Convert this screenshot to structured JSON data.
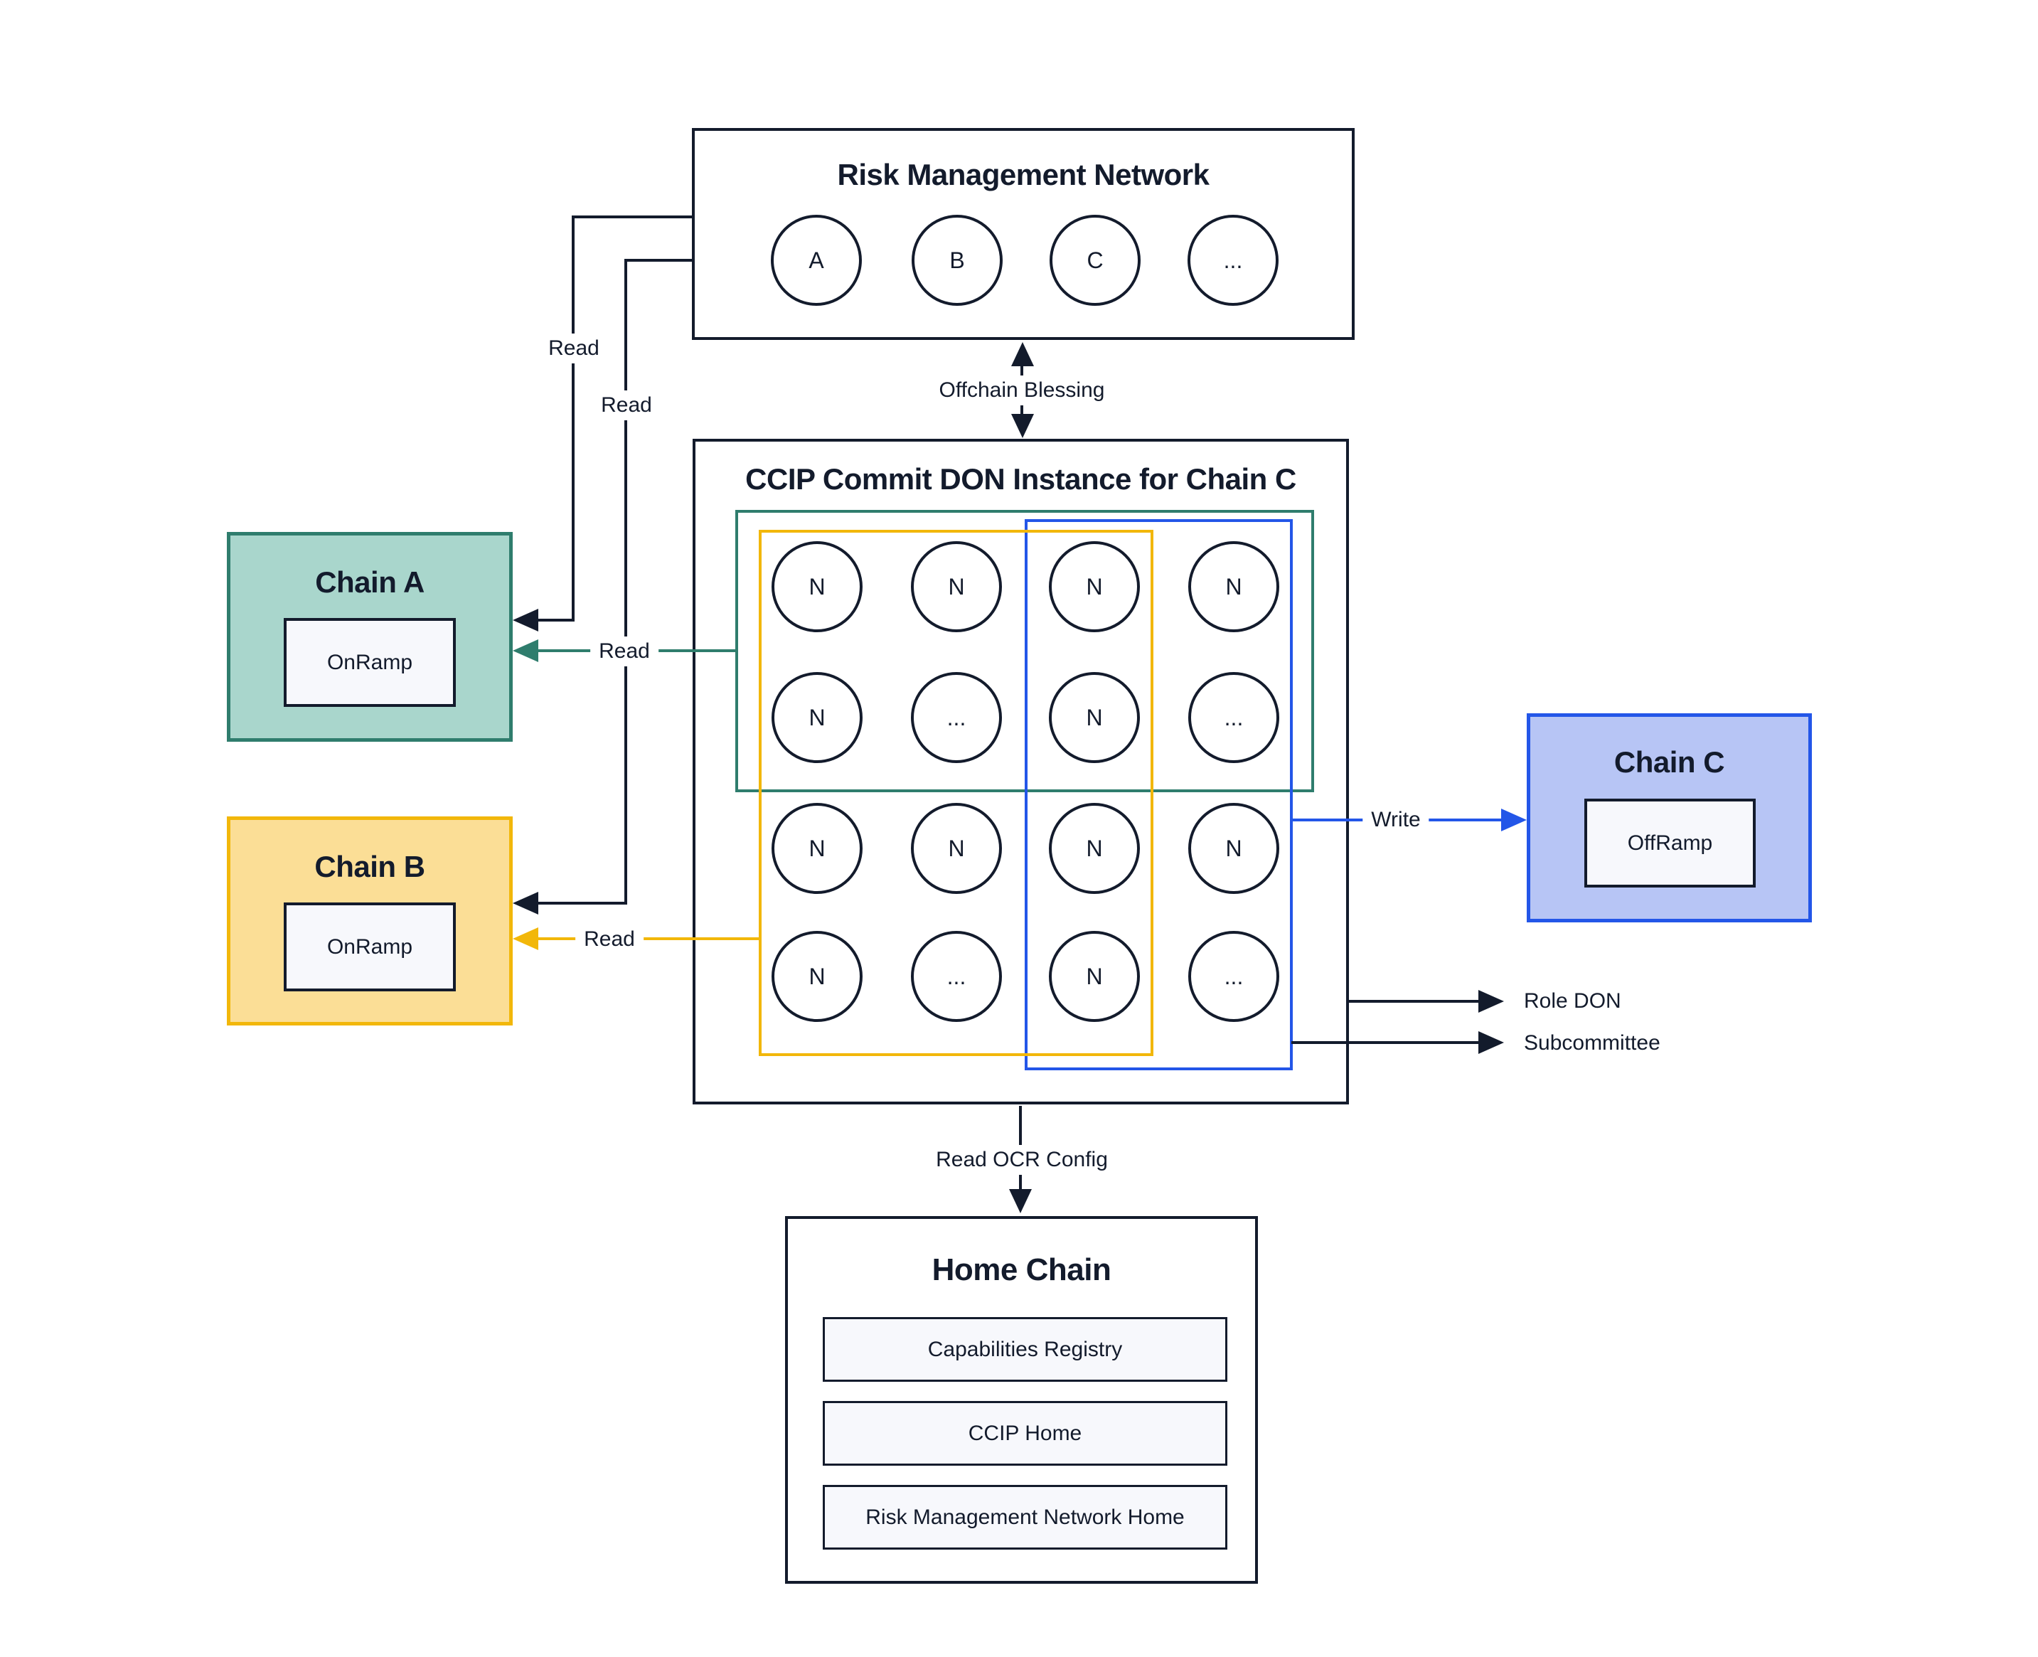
{
  "colors": {
    "ink": "#131B2C",
    "teal_border": "#2F7D6D",
    "teal_fill": "#A9D6CC",
    "yellow_border": "#F2B70A",
    "yellow_fill": "#FBDE96",
    "blue_border": "#2356E8",
    "blue_fill": "#B7C5F5",
    "panel_fill": "#F7F8FC"
  },
  "rmn": {
    "title": "Risk Management Network",
    "nodes": [
      "A",
      "B",
      "C",
      "..."
    ]
  },
  "don": {
    "title": "CCIP Commit DON Instance for Chain C",
    "grid": [
      [
        "N",
        "N",
        "N",
        "N"
      ],
      [
        "N",
        "...",
        "N",
        "..."
      ],
      [
        "N",
        "N",
        "N",
        "N"
      ],
      [
        "N",
        "...",
        "N",
        "..."
      ]
    ]
  },
  "chains": {
    "a": {
      "title": "Chain A",
      "contract": "OnRamp"
    },
    "b": {
      "title": "Chain B",
      "contract": "OnRamp"
    },
    "c": {
      "title": "Chain C",
      "contract": "OffRamp"
    }
  },
  "home": {
    "title": "Home Chain",
    "contracts": [
      "Capabilities Registry",
      "CCIP Home",
      "Risk Management Network Home"
    ]
  },
  "edges": {
    "read_rmn_to_chain_a": "Read",
    "read_rmn_to_chain_b": "Read",
    "read_don_to_chain_a": "Read",
    "read_don_to_chain_b": "Read",
    "offchain_blessing": "Offchain Blessing",
    "write": "Write",
    "read_ocr_config": "Read OCR Config",
    "role_don": "Role DON",
    "subcommittee": "Subcommittee"
  }
}
